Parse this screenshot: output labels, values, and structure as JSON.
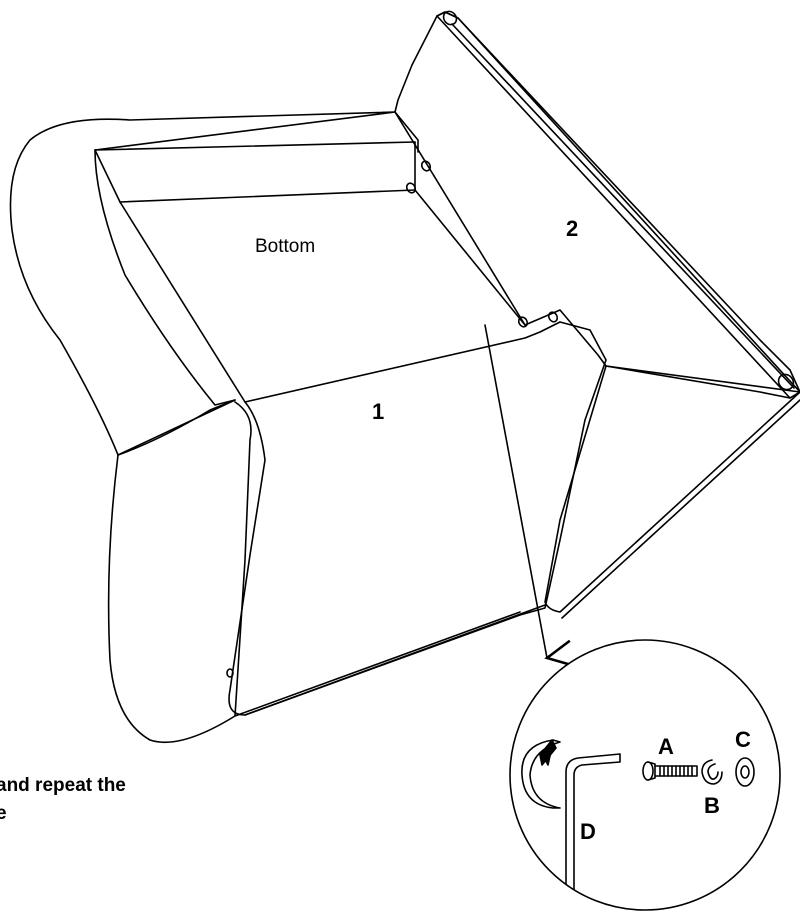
{
  "labels": {
    "bottom": "Bottom",
    "part_1": "1",
    "part_2": "2",
    "hardware_a": "A",
    "hardware_b": "B",
    "hardware_c": "C",
    "hardware_d": "D"
  },
  "caption": {
    "line1": "and repeat the",
    "line2": "e"
  },
  "colors": {
    "stroke": "#000000",
    "background": "#ffffff"
  }
}
